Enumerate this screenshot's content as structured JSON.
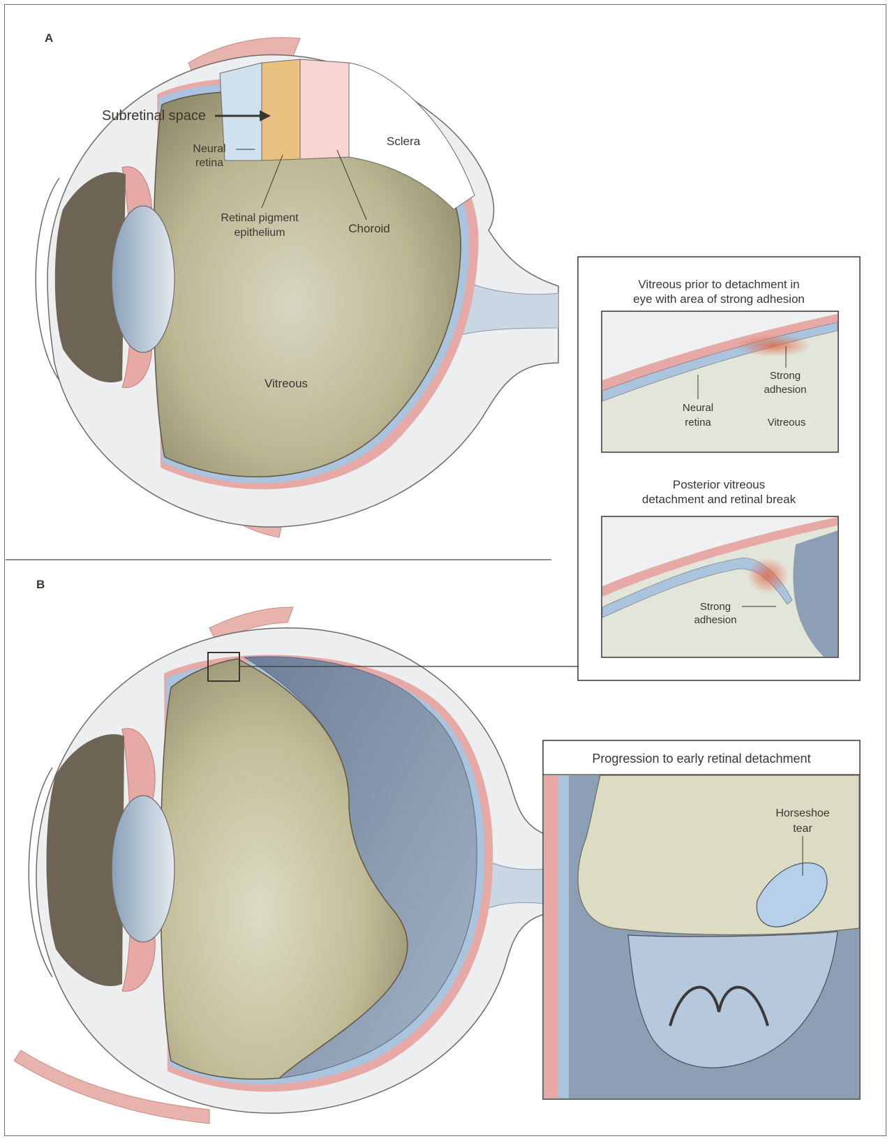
{
  "panels": {
    "a": "A",
    "b": "B"
  },
  "eye_a": {
    "subretinal_space": "Subretinal space",
    "neural_retina": [
      "Neural",
      "retina"
    ],
    "sclera": "Sclera",
    "rpe": [
      "Retinal pigment",
      "epithelium"
    ],
    "choroid": "Choroid",
    "vitreous": "Vitreous"
  },
  "inset1": {
    "title": [
      "Vitreous prior to detachment in",
      "eye with area of strong adhesion"
    ],
    "strong_adhesion": [
      "Strong",
      "adhesion"
    ],
    "neural_retina": [
      "Neural",
      "retina"
    ],
    "vitreous": "Vitreous"
  },
  "inset2": {
    "title": [
      "Posterior vitreous",
      "detachment and retinal break"
    ],
    "strong_adhesion": [
      "Strong",
      "adhesion"
    ]
  },
  "inset3": {
    "title": "Progression to early retinal detachment",
    "horseshoe_tear": [
      "Horseshoe",
      "tear"
    ]
  },
  "colors": {
    "vitreous": "#b9b592",
    "retina": "#a9c4dc",
    "choroid": "#e7a9a5",
    "rpe": "#e9c07f",
    "sclera": "#eef0f2",
    "detached_space": "#8d9fb5"
  }
}
